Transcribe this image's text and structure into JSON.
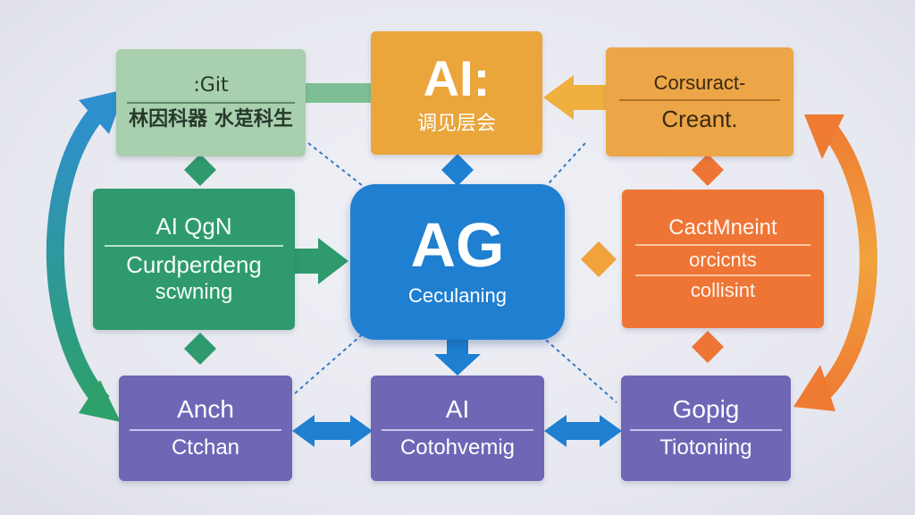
{
  "colors": {
    "background": "#e6e7ef",
    "light_green": "#a8cfae",
    "green": "#2f9a6d",
    "orange": "#eaa53b",
    "orange_red": "#ee7536",
    "blue": "#1f7fd1",
    "purple": "#6f66b6"
  },
  "nodes": {
    "top_left": {
      "line1": ":Git",
      "line2": "林因科器 水莡科生"
    },
    "top_center": {
      "title": "AI:",
      "subtitle": "调见层会"
    },
    "top_right": {
      "line1": "Corsuract-",
      "line2": "Creant."
    },
    "middle_left": {
      "title": "AI QgN",
      "line2": "Curdperdeng",
      "line3": "scwning"
    },
    "center": {
      "title": "AG",
      "subtitle": "Ceculaning"
    },
    "middle_right": {
      "line1": "CactMneint",
      "line2": "orcicnts",
      "line3": "collisint"
    },
    "bottom_left": {
      "title": "Anch",
      "subtitle": "Ctchan"
    },
    "bottom_center": {
      "title": "AI",
      "subtitle": "Cotohvemig"
    },
    "bottom_right": {
      "title": "Gopig",
      "subtitle": "Tiotoniing"
    }
  }
}
